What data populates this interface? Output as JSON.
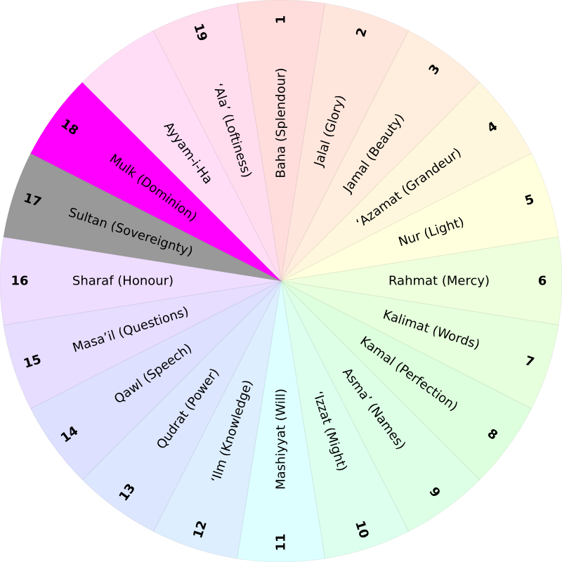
{
  "title": "Badí‘ calendar months",
  "segments": [
    {
      "number": "1",
      "name": "Baha (Splendour)",
      "color": "#ffdddd"
    },
    {
      "number": "2",
      "name": "Jalal (Glory)",
      "color": "#ffe6dd"
    },
    {
      "number": "3",
      "name": "Jamal (Beauty)",
      "color": "#ffeedd"
    },
    {
      "number": "4",
      "name": "‘Azamat (Grandeur)",
      "color": "#fff7dd"
    },
    {
      "number": "5",
      "name": "Nur (Light)",
      "color": "#ffffdd"
    },
    {
      "number": "6",
      "name": "Rahmat (Mercy)",
      "color": "#eeffdd"
    },
    {
      "number": "7",
      "name": "Kalimat (Words)",
      "color": "#e6ffdd"
    },
    {
      "number": "8",
      "name": "Kamal (Perfection)",
      "color": "#ddffdd"
    },
    {
      "number": "9",
      "name": "Asma’ (Names)",
      "color": "#ddffe6"
    },
    {
      "number": "10",
      "name": "‘Izzat (Might)",
      "color": "#ddffee"
    },
    {
      "number": "11",
      "name": "Mashiyyat (Will)",
      "color": "#ddffff"
    },
    {
      "number": "12",
      "name": "‘Ilm (Knowledge)",
      "color": "#ddeeff"
    },
    {
      "number": "13",
      "name": "Qudrat (Power)",
      "color": "#dde6ff"
    },
    {
      "number": "14",
      "name": "Qawl (Speech)",
      "color": "#dde0ff"
    },
    {
      "number": "15",
      "name": "Masa’il (Questions)",
      "color": "#e6ddff"
    },
    {
      "number": "16",
      "name": "Sharaf (Honour)",
      "color": "#eeddff"
    },
    {
      "number": "17",
      "name": "Sultan (Sovereignty)",
      "color": "#999999"
    },
    {
      "number": "18",
      "name": "Mulk (Dominion)",
      "color": "#ff00ff"
    },
    {
      "number": "",
      "name": "Ayyam-i-Ha",
      "color": "#ffddf7"
    },
    {
      "number": "19",
      "name": "‘Ala’ (Loftiness)",
      "color": "#ffddee"
    }
  ]
}
